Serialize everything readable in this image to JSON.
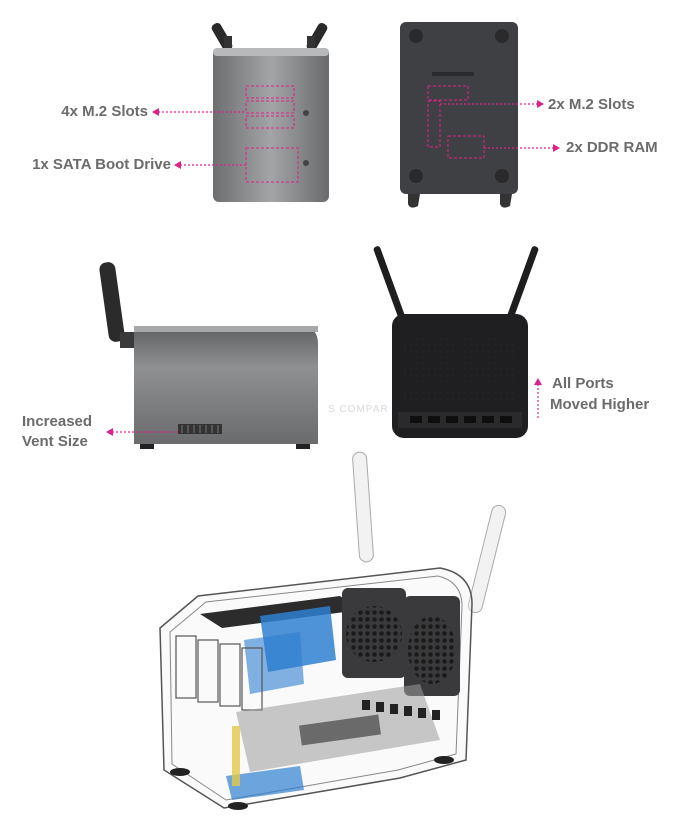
{
  "labels": {
    "m2_front": "4x M.2 Slots",
    "sata": "1x SATA Boot Drive",
    "m2_back": "2x M.2 Slots",
    "ddr": "2x DDR RAM",
    "vent_line1": "Increased",
    "vent_line2": "Vent Size",
    "ports_line1": "All Ports",
    "ports_line2": "Moved Higher"
  },
  "watermark": "S COMPAR",
  "colors": {
    "label": "#6b6b6b",
    "accent": "#e0218a",
    "chassis_silver": "#8e8f91",
    "chassis_dark": "#3c3d40",
    "fan_blue": "#2f7fd0"
  }
}
